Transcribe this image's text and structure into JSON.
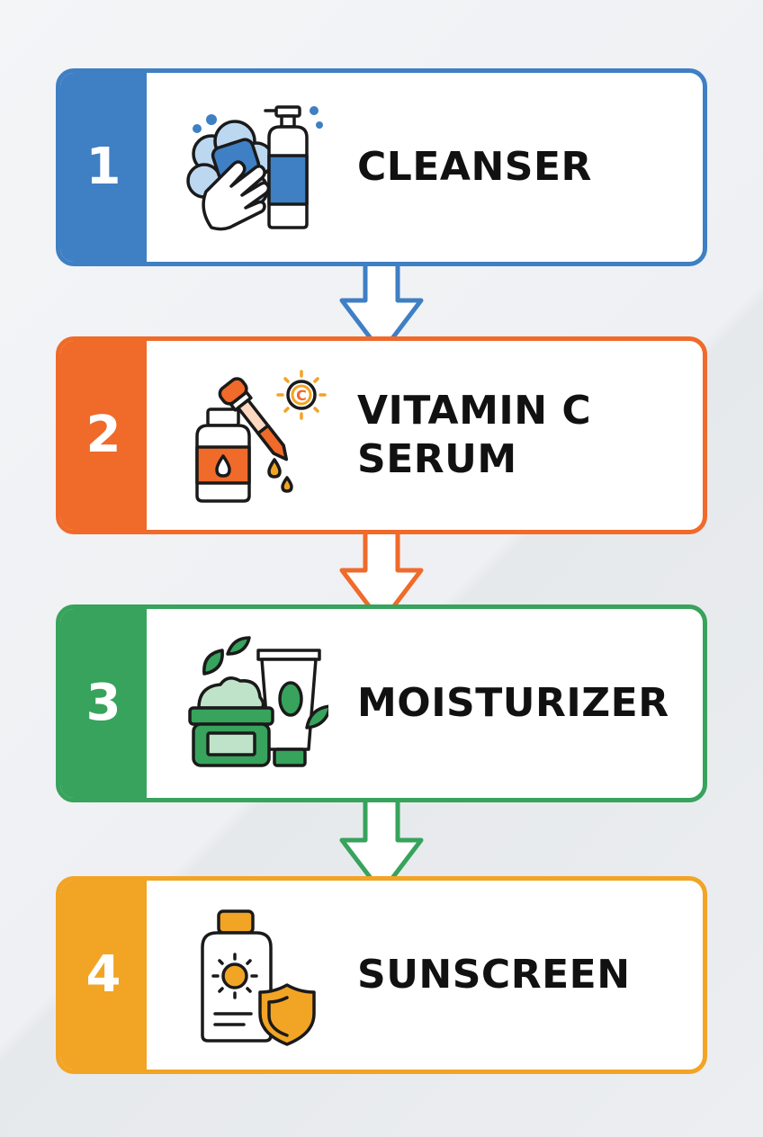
{
  "steps": [
    {
      "number": "1",
      "label": "CLEANSER",
      "color": "#3f7fc3",
      "icon": "cleanser-hand-wash-icon"
    },
    {
      "number": "2",
      "label": "VITAMIN C\nSERUM",
      "color": "#f06a2a",
      "icon": "serum-dropper-icon",
      "icon_letter": "C"
    },
    {
      "number": "3",
      "label": "MOISTURIZER",
      "color": "#37a35c",
      "icon": "moisturizer-jar-icon"
    },
    {
      "number": "4",
      "label": "SUNSCREEN",
      "color": "#f2a425",
      "icon": "sunscreen-bottle-icon"
    }
  ]
}
